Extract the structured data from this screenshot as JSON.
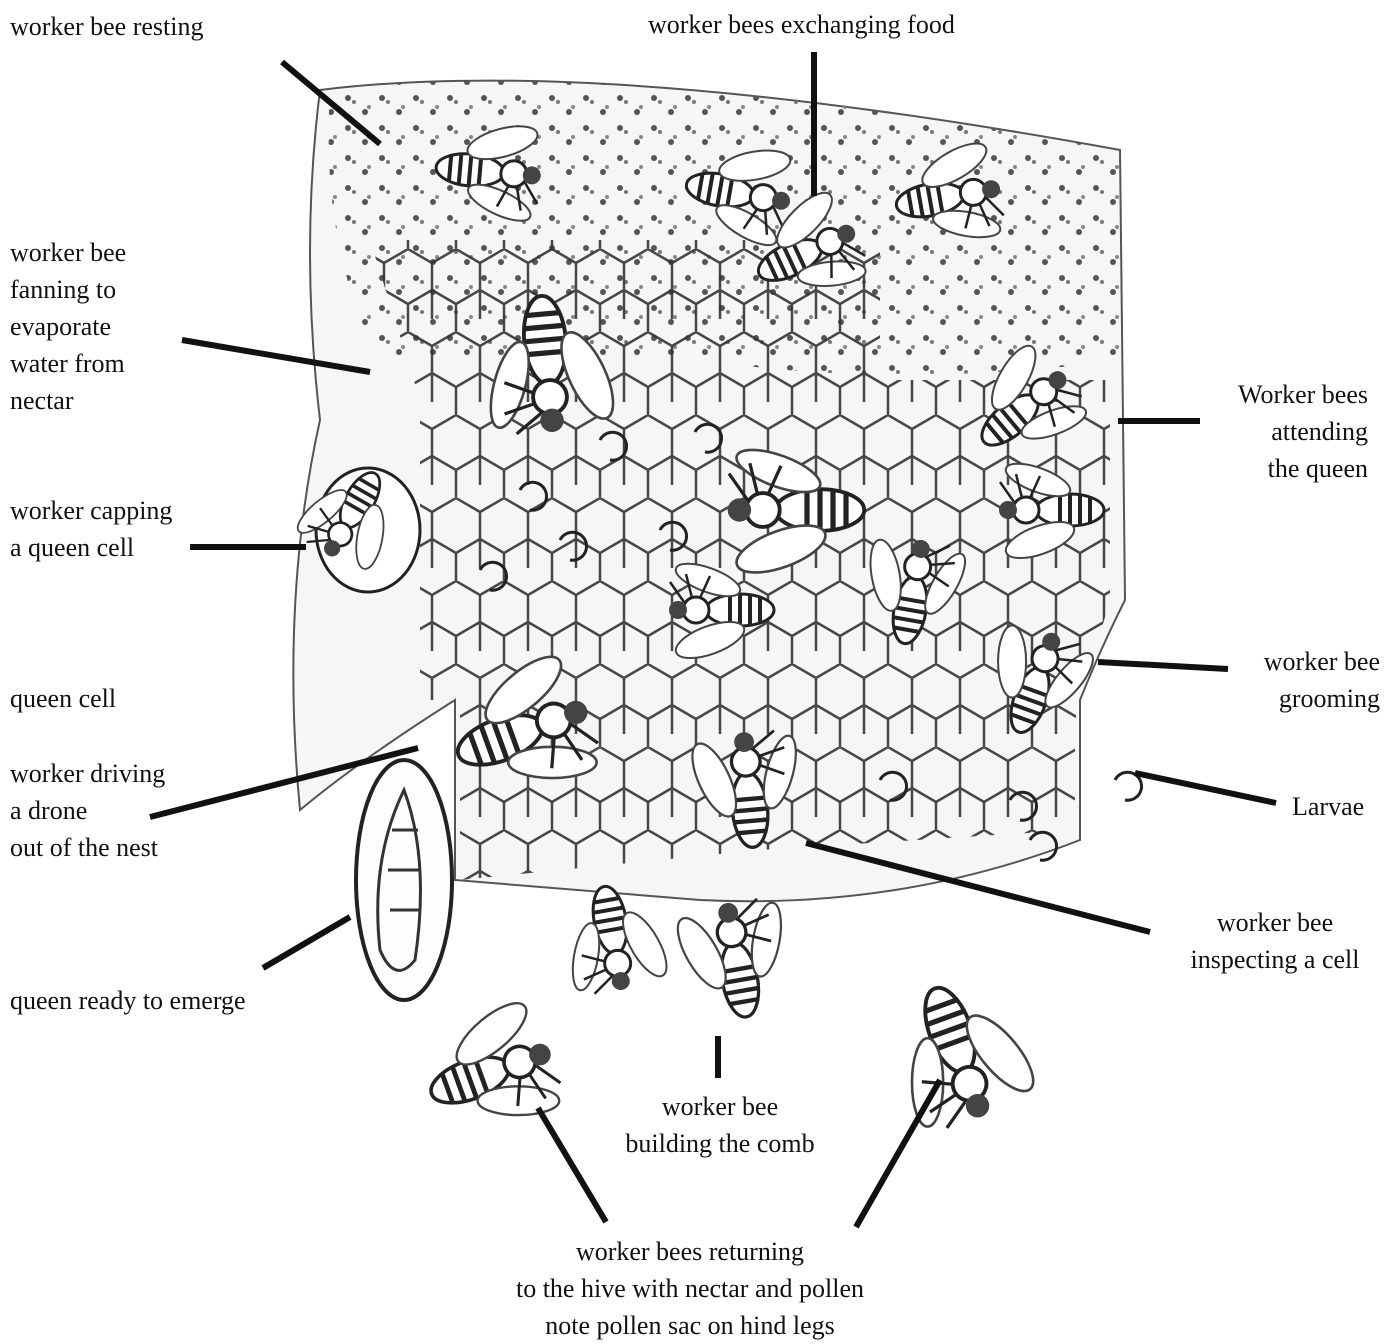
{
  "labels": {
    "resting": "worker bee resting",
    "exchanging": "worker bees exchanging food",
    "fanning": [
      "worker bee",
      "fanning to",
      "evaporate",
      "water from",
      "nectar"
    ],
    "attending": [
      "Worker bees",
      "attending",
      "the queen"
    ],
    "capping": [
      "worker capping",
      "a queen cell"
    ],
    "queen_cell": "queen cell",
    "grooming": [
      "worker bee",
      "grooming"
    ],
    "driving": [
      "worker driving",
      "a drone",
      "out of the nest"
    ],
    "larvae": "Larvae",
    "inspecting": [
      "worker bee",
      "inspecting a cell"
    ],
    "queen_emerge": "queen ready to emerge",
    "building": [
      "worker bee",
      "building the comb"
    ],
    "returning": [
      "worker bees returning",
      "to the hive with nectar and pollen",
      "note pollen sac on hind legs"
    ]
  }
}
